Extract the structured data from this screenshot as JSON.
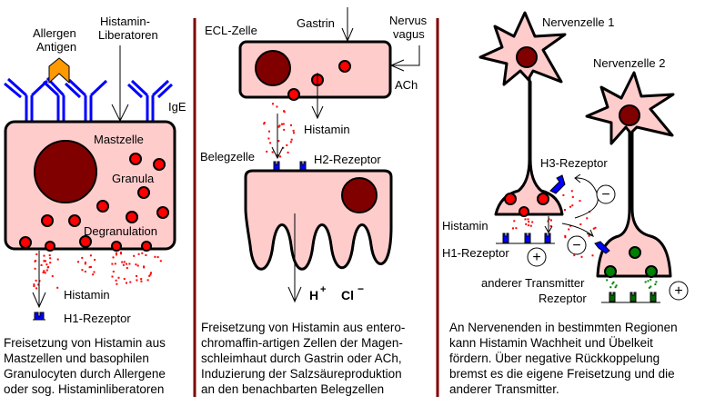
{
  "colors": {
    "divider": "#800000",
    "cell_fill": "#ffcccc",
    "nucleus": "#800000",
    "granule": "#ff0000",
    "antibody": "#0000ff",
    "antigen": "#ff9900",
    "receptor_h": "#0000ff",
    "receptor_other": "#006600",
    "vesicle_other": "#008000"
  },
  "panel1": {
    "labels": {
      "allergen": "Allergen",
      "antigen": "Antigen",
      "liberators_line1": "Histamin-",
      "liberators_line2": "Liberatoren",
      "ige": "IgE",
      "mastzelle": "Mastzelle",
      "granula": "Granula",
      "degranulation": "Degranulation",
      "histamin": "Histamin",
      "h1": "H1-Rezeptor"
    },
    "caption": "Freisetzung von Histamin aus\nMastzellen und basophilen\nGranulocyten durch Allergene\noder sog. Histaminliberatoren"
  },
  "panel2": {
    "labels": {
      "ecl": "ECL-Zelle",
      "gastrin": "Gastrin",
      "nervus": "Nervus",
      "vagus": "vagus",
      "ach": "ACh",
      "histamin": "Histamin",
      "belegzelle": "Belegzelle",
      "h2": "H2-Rezeptor",
      "h_ion": "H",
      "h_sup": "+",
      "cl_ion": "Cl",
      "cl_sup": "−"
    },
    "caption": "Freisetzung von Histamin aus entero-\nchromaffin-artigen Zellen der Magen-\nschleimhaut durch Gastrin oder ACh,\nInduzierung der Salzsäureproduktion\nan den benachbarten Belegzellen"
  },
  "panel3": {
    "labels": {
      "neuron1": "Nervenzelle 1",
      "neuron2": "Nervenzelle 2",
      "h3": "H3-Rezeptor",
      "histamin": "Histamin",
      "h1": "H1-Rezeptor",
      "other_transmitter": "anderer Transmitter",
      "rezeptor": "Rezeptor",
      "minus": "−",
      "plus": "+"
    },
    "caption": "An Nervenenden in bestimmten Regionen\nkann Histamin Wachheit und  Übelkeit\nfördern. Über negative Rückkoppelung\nbremst es die eigene Freisetzung und die\nanderer Transmitter."
  }
}
